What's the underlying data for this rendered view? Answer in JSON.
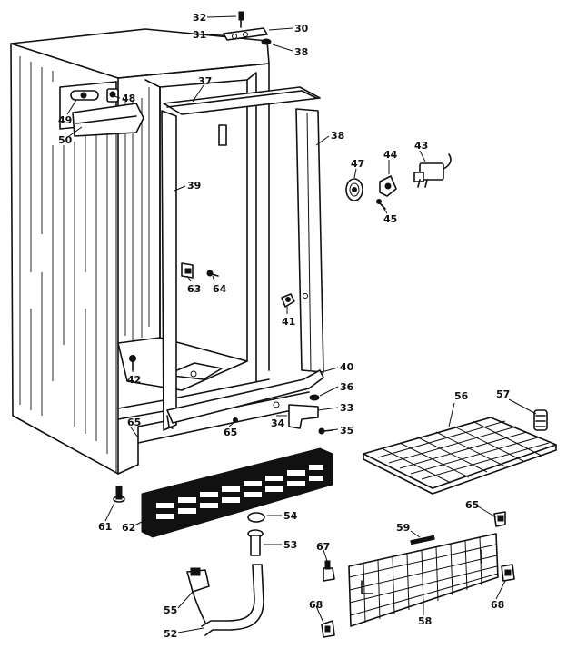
{
  "labels": {
    "p30": "30",
    "p31": "31",
    "p32": "32",
    "p33": "33",
    "p34": "34",
    "p35": "35",
    "p36": "36",
    "p37": "37",
    "p38a": "38",
    "p38b": "38",
    "p39": "39",
    "p40": "40",
    "p41": "41",
    "p42": "42",
    "p43": "43",
    "p44": "44",
    "p45": "45",
    "p47": "47",
    "p48": "48",
    "p49": "49",
    "p50": "50",
    "p52": "52",
    "p53": "53",
    "p54": "54",
    "p55": "55",
    "p56": "56",
    "p57": "57",
    "p58": "58",
    "p59": "59",
    "p61": "61",
    "p62": "62",
    "p63": "63",
    "p64": "64",
    "p65a": "65",
    "p65b": "65",
    "p65c": "65",
    "p67": "67",
    "p68a": "68",
    "p68b": "68"
  }
}
